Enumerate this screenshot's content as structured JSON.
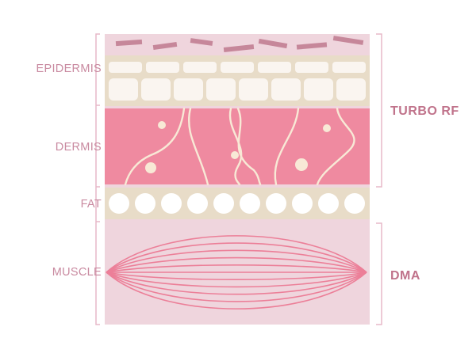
{
  "layers": {
    "epidermis": "EPIDERMIS",
    "dermis": "DERMIS",
    "fat": "FAT",
    "muscle": "MUSCLE"
  },
  "treatments": {
    "upper": "TURBO RF",
    "lower": "DMA"
  },
  "colors": {
    "label": "#c98aa0",
    "treatment_label": "#c0738b",
    "bracket": "#e7b9c8",
    "outer_bg": "#efd5dd",
    "stratum": "#e8dcc8",
    "corneum_bar": "#c6879a",
    "skin_cell": "#faf5f0",
    "dermis": "#ef8aa0",
    "collagen_fiber": "#f8e9d6",
    "fat_cell": "#ffffff",
    "muscle_fiber": "#ec7f98"
  },
  "icons": [
    "stratum-corneum-bar",
    "skin-cell",
    "collagen-fiber",
    "fibroblast-dot",
    "fat-cell",
    "muscle-fiber"
  ]
}
